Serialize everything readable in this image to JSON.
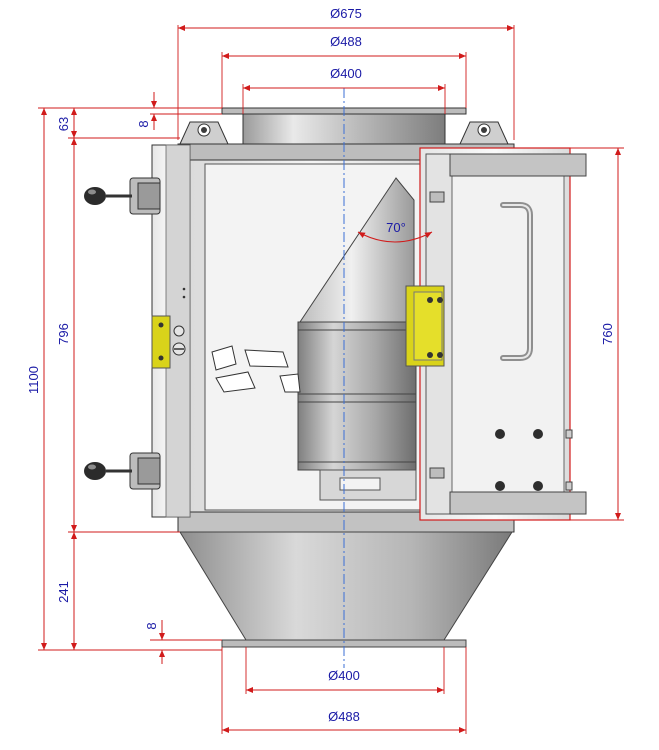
{
  "drawing": {
    "dimensions": {
      "dia_675_top": "Ø675",
      "dia_488_top": "Ø488",
      "dia_400_top": "Ø400",
      "dia_400_bottom": "Ø400",
      "dia_488_bottom": "Ø488",
      "h_63": "63",
      "h_8_top": "8",
      "h_8_bottom": "8",
      "h_796": "796",
      "h_1100": "1100",
      "h_241": "241",
      "h_760": "760",
      "angle_70": "70°"
    },
    "colors": {
      "dimension_line": "#d11b1b",
      "dimension_text": "#1a1aa6",
      "centerline": "#3b6fd6",
      "steel": "#c8c8c8",
      "yellow_hinge": "#d9d31a"
    }
  }
}
